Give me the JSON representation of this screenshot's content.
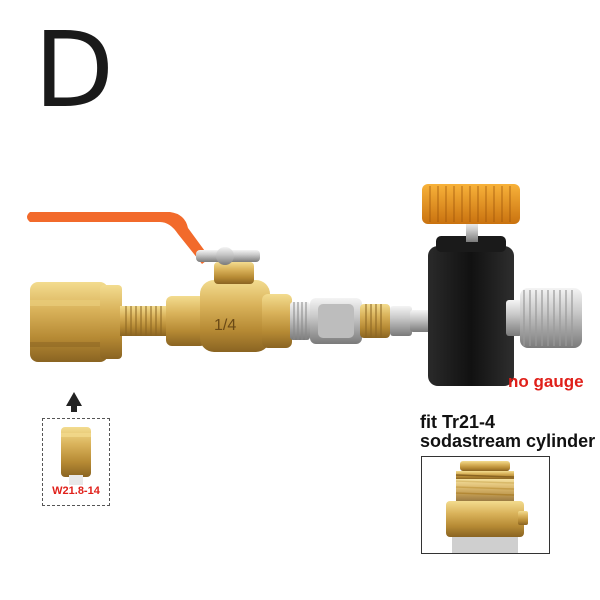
{
  "variant_letter": "D",
  "callouts": {
    "no_gauge": "no gauge",
    "fit_line1": "fit Tr21-4",
    "fit_line2": "sodastream cylinder",
    "fitting_size": "W21.8-14"
  },
  "valve_marking": "1/4",
  "colors": {
    "brass": "#c9a24a",
    "handle": "#f26a2b",
    "knob": "#e8951c",
    "body": "#1c1c1c",
    "label_red": "#e0201a"
  },
  "icons": [
    "up-arrow-icon"
  ]
}
